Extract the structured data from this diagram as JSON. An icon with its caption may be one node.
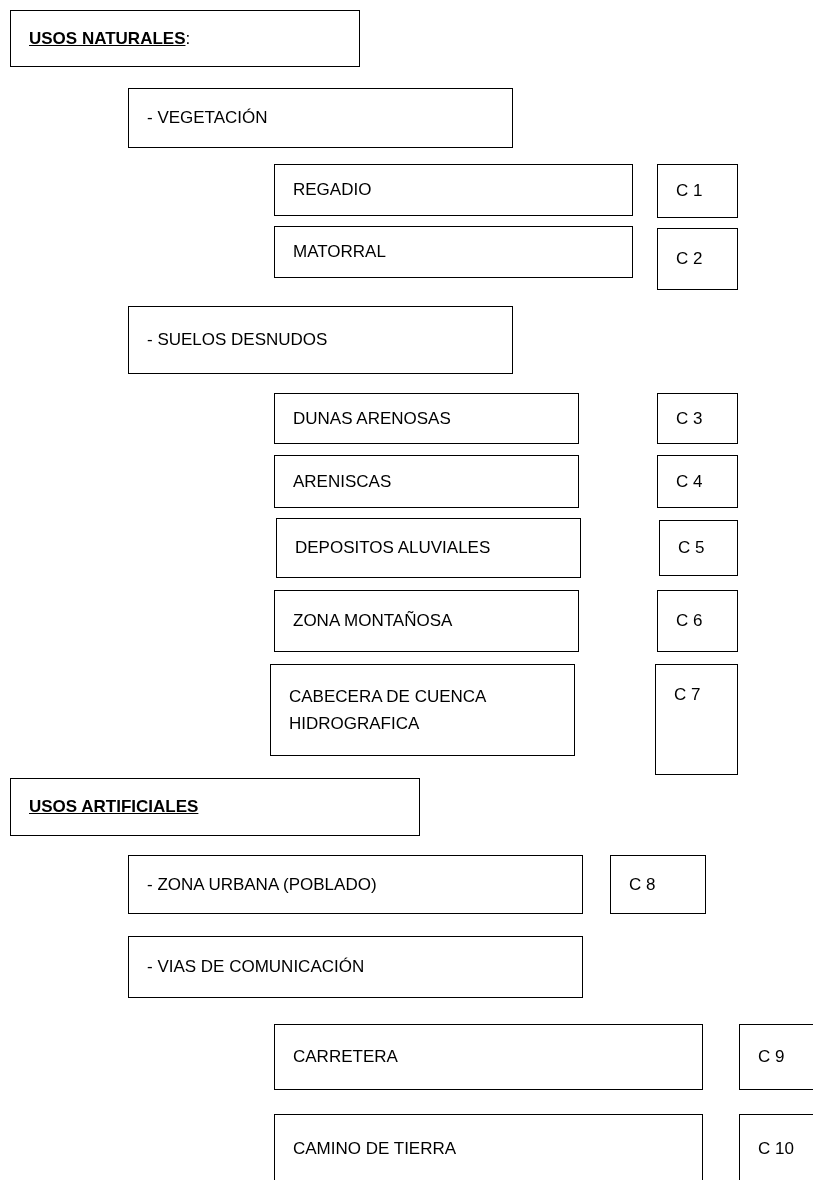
{
  "diagram": {
    "nodes": [
      {
        "text": [
          "**USOS NATURALES**:"
        ]
      },
      {
        "text": [
          "- VEGETACIÓN"
        ]
      },
      {
        "text": [
          "REGADIO"
        ]
      },
      {
        "text": [
          "C 1"
        ]
      },
      {
        "text": [
          "MATORRAL"
        ]
      },
      {
        "text": [
          "C 2"
        ]
      },
      {
        "text": [
          "- SUELOS DESNUDOS"
        ]
      },
      {
        "text": [
          "DUNAS ARENOSAS"
        ]
      },
      {
        "text": [
          "C 3"
        ]
      },
      {
        "text": [
          "ARENISCAS"
        ]
      },
      {
        "text": [
          "C 4"
        ]
      },
      {
        "text": [
          "DEPOSITOS ALUVIALES"
        ]
      },
      {
        "text": [
          "C 5"
        ]
      },
      {
        "text": [
          "ZONA MONTAÑOSA"
        ]
      },
      {
        "text": [
          "C 6"
        ]
      },
      {
        "text": [
          "CABECERA DE CUENCA HIDROGRAFICA"
        ]
      },
      {
        "text": [
          "C 7"
        ]
      },
      {
        "text": [
          "**USOS ARTIFICIALES**"
        ]
      },
      {
        "text": [
          "- ZONA URBANA (POBLADO)"
        ]
      },
      {
        "text": [
          "C 8"
        ]
      },
      {
        "text": [
          "- VIAS DE COMUNICACIÓN"
        ]
      },
      {
        "text": [
          "CARRETERA"
        ]
      },
      {
        "text": [
          "C 9"
        ]
      },
      {
        "text": [
          "CAMINO DE TIERRA"
        ]
      },
      {
        "text": [
          "C 10"
        ]
      }
    ],
    "edges": []
  }
}
